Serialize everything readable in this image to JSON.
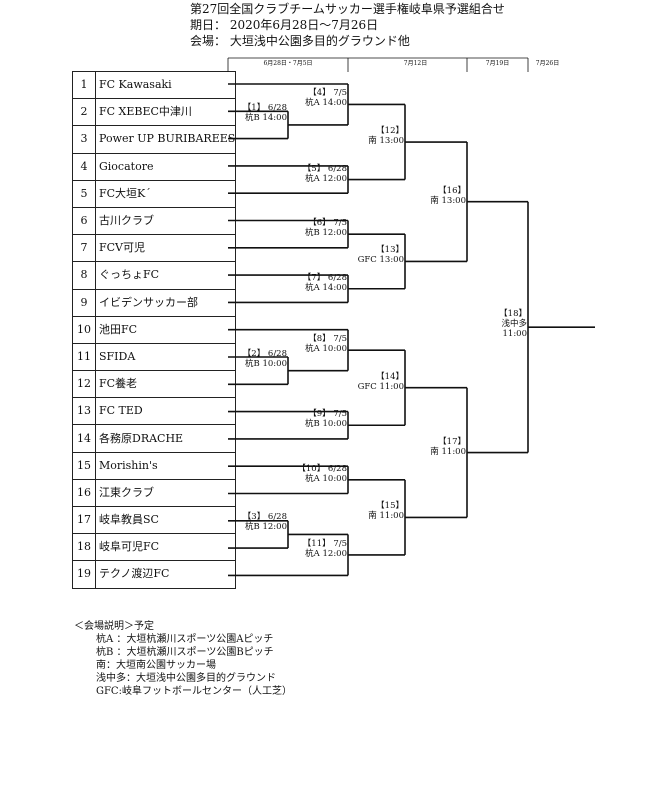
{
  "header": {
    "title": "第27回全国クラブチームサッカー選手権岐阜県予選組合せ",
    "period": "期日：  2020年6月28日〜7月26日",
    "venue": "会場：  大垣浅中公園多目的グラウンド他"
  },
  "round_dates": [
    "6月28日・7月5日",
    "7月12日",
    "7月19日",
    "7月26日"
  ],
  "teams": [
    {
      "no": "1",
      "name": "FC Kawasaki"
    },
    {
      "no": "2",
      "name": "FC XEBEC中津川"
    },
    {
      "no": "3",
      "name": "Power UP BURIBAREES"
    },
    {
      "no": "4",
      "name": "Giocatore"
    },
    {
      "no": "5",
      "name": "FC大垣Kˊ"
    },
    {
      "no": "6",
      "name": "古川クラブ"
    },
    {
      "no": "7",
      "name": "FCV可児"
    },
    {
      "no": "8",
      "name": "ぐっちょFC"
    },
    {
      "no": "9",
      "name": "イビデンサッカー部"
    },
    {
      "no": "10",
      "name": "池田FC"
    },
    {
      "no": "11",
      "name": "SFIDA"
    },
    {
      "no": "12",
      "name": "FC養老"
    },
    {
      "no": "13",
      "name": "FC TED"
    },
    {
      "no": "14",
      "name": "各務原DRACHE"
    },
    {
      "no": "15",
      "name": "Morishin's"
    },
    {
      "no": "16",
      "name": "江東クラブ"
    },
    {
      "no": "17",
      "name": "岐阜教員SC"
    },
    {
      "no": "18",
      "name": "岐阜可児FC"
    },
    {
      "no": "19",
      "name": "テクノ渡辺FC"
    }
  ],
  "matches": [
    {
      "l1": "【1】 6/28",
      "l2": "杭B 14:00"
    },
    {
      "l1": "【2】 6/28",
      "l2": "杭B 10:00"
    },
    {
      "l1": "【3】 6/28",
      "l2": "杭B 12:00"
    },
    {
      "l1": "【4】 7/5",
      "l2": "杭A 14:00"
    },
    {
      "l1": "【5】 6/28",
      "l2": "杭A 12:00"
    },
    {
      "l1": "【6】 7/5",
      "l2": "杭B 12:00"
    },
    {
      "l1": "【7】 6/28",
      "l2": "杭A 14:00"
    },
    {
      "l1": "【8】 7/5",
      "l2": "杭A 10:00"
    },
    {
      "l1": "【9】 7/5",
      "l2": "杭B 10:00"
    },
    {
      "l1": "【10】 6/28",
      "l2": "杭A 10:00"
    },
    {
      "l1": "【11】 7/5",
      "l2": "杭A 12:00"
    },
    {
      "l1": "【12】",
      "l2": "南 13:00"
    },
    {
      "l1": "【13】",
      "l2": "GFC 13:00"
    },
    {
      "l1": "【14】",
      "l2": "GFC 11:00"
    },
    {
      "l1": "【15】",
      "l2": "南 11:00"
    },
    {
      "l1": "【16】",
      "l2": "南 13:00"
    },
    {
      "l1": "【17】",
      "l2": "南 11:00"
    },
    {
      "l1": "【18】",
      "l2": "浅中多",
      "l3": "11:00"
    }
  ],
  "notes": {
    "heading": "＜会場説明＞予定",
    "lines": [
      "杭A ：大垣杭瀬川スポーツ公園Aピッチ",
      "杭B ：大垣杭瀬川スポーツ公園Bピッチ",
      "南：大垣南公園サッカー場",
      "浅中多：大垣浅中公園多目的グラウンド",
      "GFC:岐阜フットボールセンター（人工芝）"
    ]
  }
}
